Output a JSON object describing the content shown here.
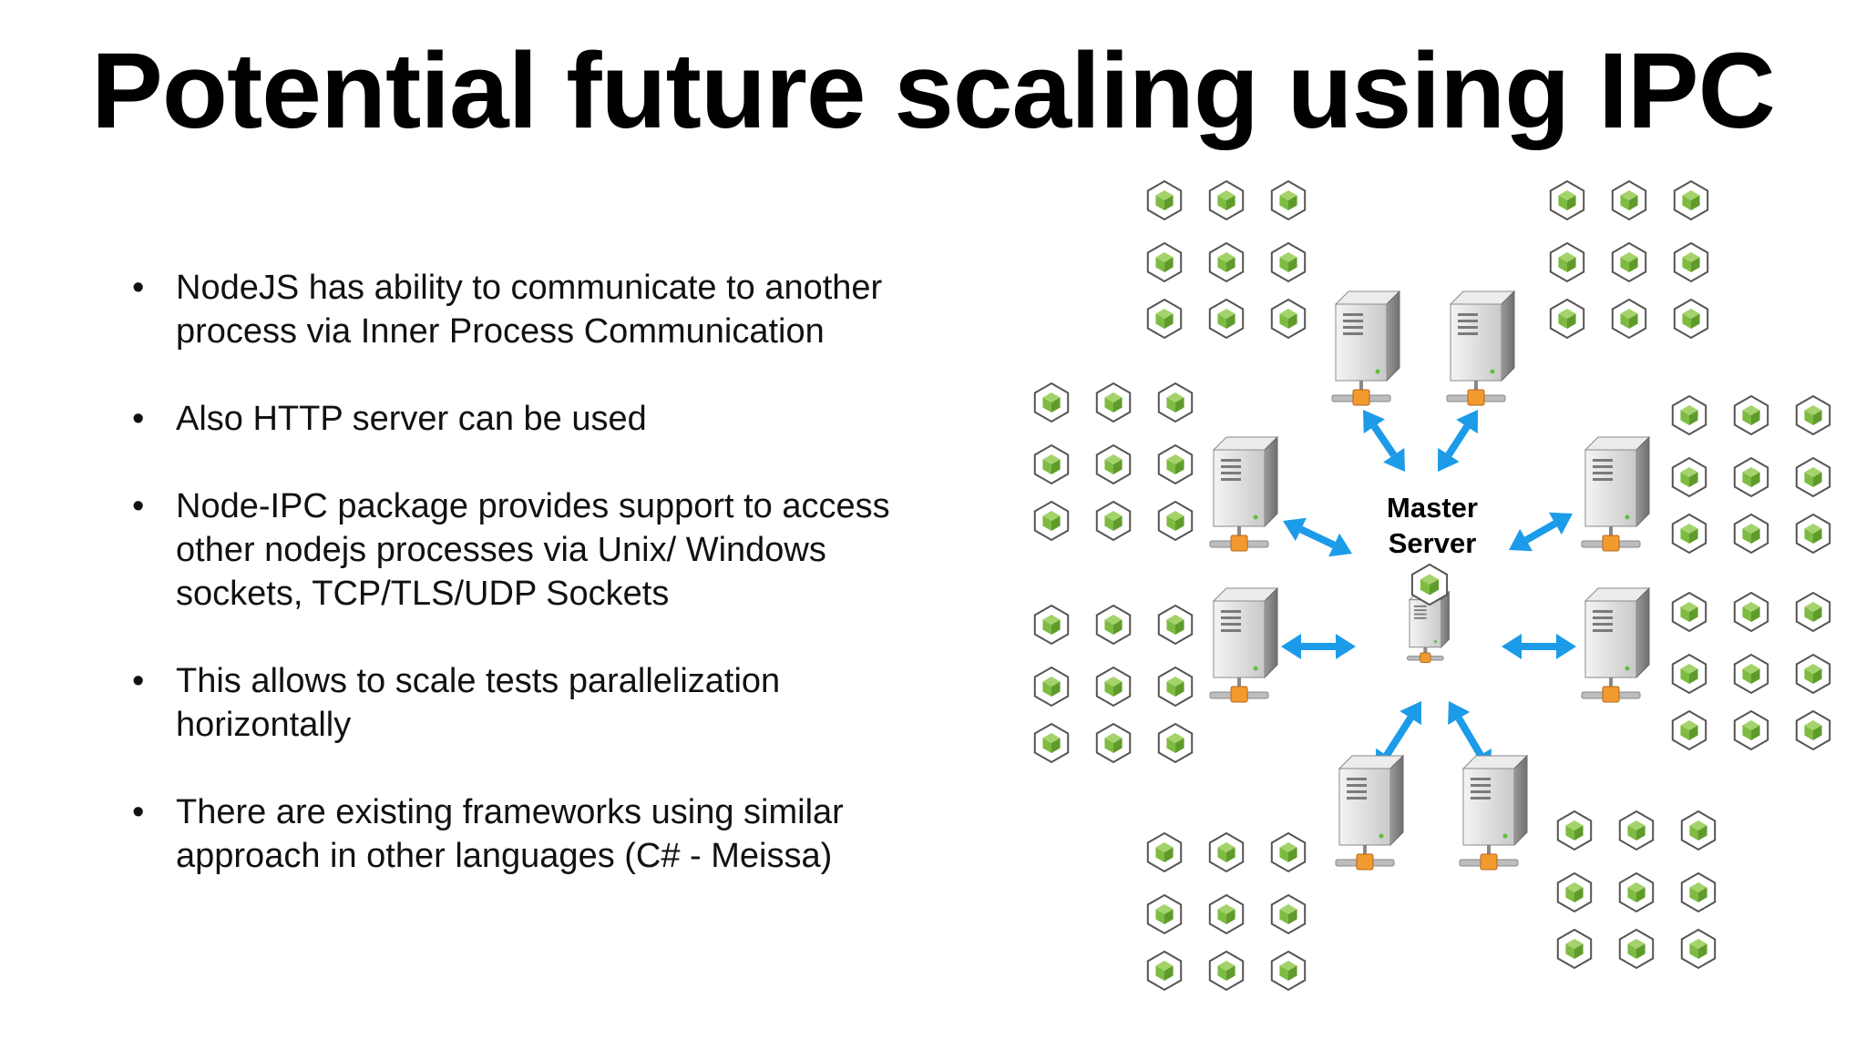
{
  "slide": {
    "title": "Potential future scaling using IPC"
  },
  "bullets": [
    {
      "text": "NodeJS has ability to communicate to another process via Inner Process Communication"
    },
    {
      "text": "Also HTTP server can be used"
    },
    {
      "text": "Node-IPC package provides support to access other nodejs processes via Unix/ Windows sockets, TCP/TLS/UDP Sockets"
    },
    {
      "text": "This allows to scale tests parallelization horizontally"
    },
    {
      "text": "There are existing frameworks using similar approach in other languages (C# - Meissa)"
    }
  ],
  "bullet_symbol": "•",
  "diagram": {
    "master_label_line1": "Master",
    "master_label_line2": "Server",
    "icons": {
      "server": "server-tower-icon",
      "node": "nodejs-hexagon-icon",
      "connection": "bidirectional-arrow-icon"
    },
    "colors": {
      "arrow": "#1b9be8",
      "node_green": "#7dbb42",
      "node_outline": "#555555",
      "server_body": "#d9d9d9",
      "network_port": "#f29a2e"
    }
  }
}
